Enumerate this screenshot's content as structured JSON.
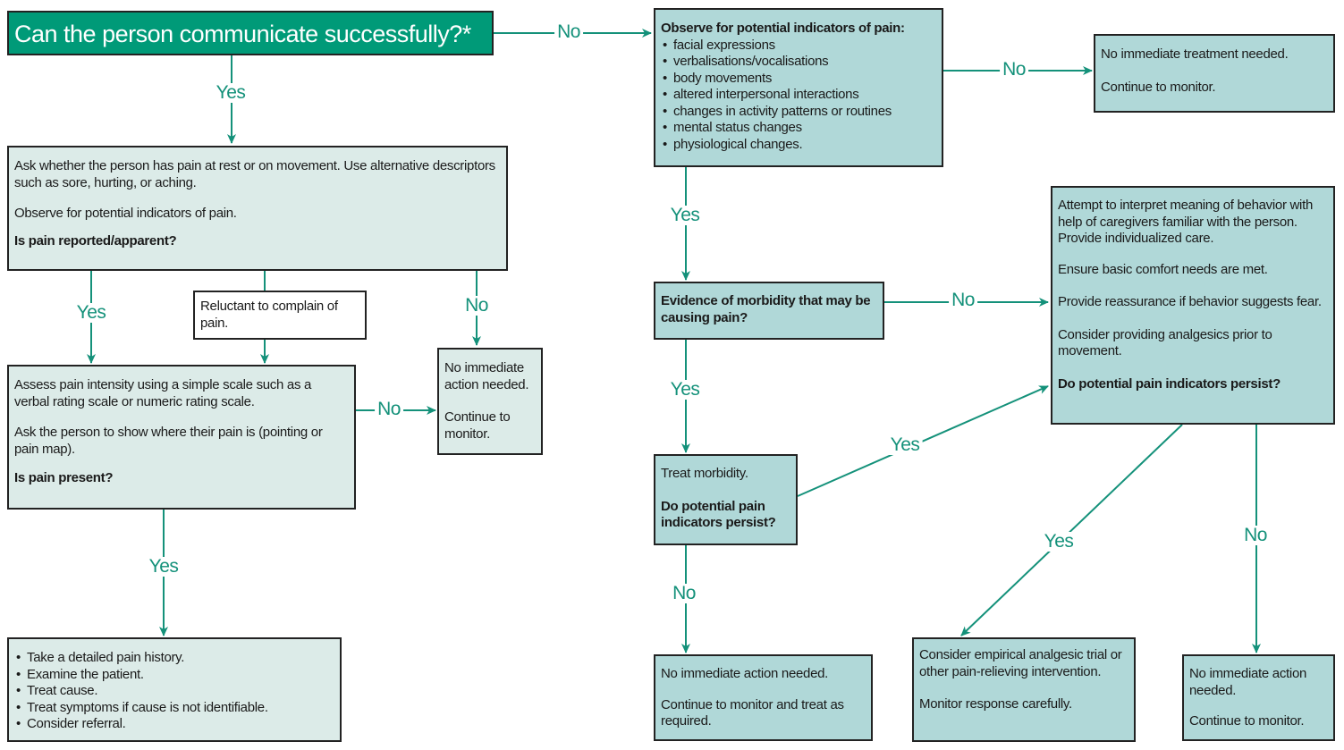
{
  "colors": {
    "accent": "#14917a",
    "title_fill": "#009a78",
    "light_fill": "#dcebe8",
    "mid_fill": "#b0d8d8"
  },
  "nodes": {
    "start": {
      "text": "Can the person communicate successfully?*"
    },
    "ask": {
      "p1": "Ask whether the person has pain at rest or on movement. Use alternative descriptors such as sore, hurting, or aching.",
      "p2": "Observe for potential indicators of pain.",
      "q": "Is pain reported/apparent?"
    },
    "reluctant": {
      "text": "Reluctant to complain of pain."
    },
    "no_action_left": {
      "p1": "No immediate action needed.",
      "p2": "Continue to monitor."
    },
    "assess": {
      "p1": "Assess pain intensity using a simple scale such as a verbal rating scale or numeric rating scale.",
      "p2": "Ask the person to show where their pain is (pointing or pain map).",
      "q": "Is pain present?"
    },
    "history": {
      "items": [
        "Take a detailed pain history.",
        "Examine the patient.",
        "Treat cause.",
        "Treat symptoms if cause is not identifiable.",
        "Consider referral."
      ]
    },
    "observe": {
      "heading": "Observe for potential indicators of pain:",
      "items": [
        "facial expressions",
        "verbalisations/vocalisations",
        "body movements",
        "altered interpersonal interactions",
        "changes in activity patterns or routines",
        "mental status changes",
        "physiological changes."
      ]
    },
    "no_treatment": {
      "p1": "No immediate treatment needed.",
      "p2": "Continue to monitor."
    },
    "morbidity": {
      "q": "Evidence of morbidity that may be causing pain?"
    },
    "interpret": {
      "p1": "Attempt to interpret meaning of behavior with help of caregivers familiar with the person. Provide individualized care.",
      "p2": "Ensure basic comfort needs are met.",
      "p3": "Provide reassurance if behavior suggests fear.",
      "p4": "Consider providing analgesics prior to movement.",
      "q": "Do potential pain indicators persist?"
    },
    "treat": {
      "p1": "Treat morbidity.",
      "q": "Do potential pain indicators persist?"
    },
    "no_action_mid": {
      "p1": "No immediate action needed.",
      "p2": "Continue to monitor and treat as required."
    },
    "empirical": {
      "p1": "Consider empirical analgesic trial or other pain-relieving intervention.",
      "p2": "Monitor response carefully."
    },
    "no_action_right": {
      "p1": "No immediate action needed.",
      "p2": "Continue to monitor."
    }
  },
  "edges": {
    "start_no": "No",
    "start_yes": "Yes",
    "ask_yes": "Yes",
    "ask_no": "No",
    "assess_no": "No",
    "assess_yes": "Yes",
    "observe_no": "No",
    "observe_yes": "Yes",
    "morbidity_no": "No",
    "morbidity_yes": "Yes",
    "treat_yes": "Yes",
    "treat_no": "No",
    "interpret_yes": "Yes",
    "interpret_no": "No"
  }
}
